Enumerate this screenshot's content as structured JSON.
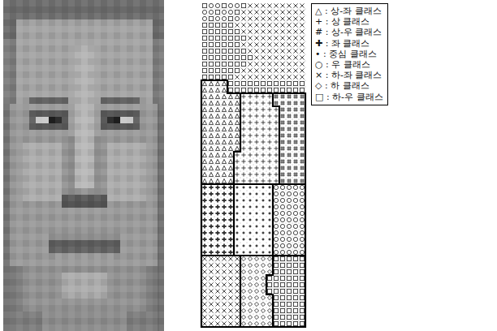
{
  "diagram": {
    "legend": [
      {
        "text": "△ : 상-좌 클래스"
      },
      {
        "text": "+ : 상 클래스"
      },
      {
        "text": "# : 상-우 클래스"
      },
      {
        "text": "✚ : 좌 클래스"
      },
      {
        "text": "• : 중심 클래스"
      },
      {
        "text": "○ : 우 클래스"
      },
      {
        "text": "× : 하-좌 클래스"
      },
      {
        "text": "◇ : 하 클래스"
      },
      {
        "text": "□ : 하-우 클래스"
      }
    ]
  }
}
